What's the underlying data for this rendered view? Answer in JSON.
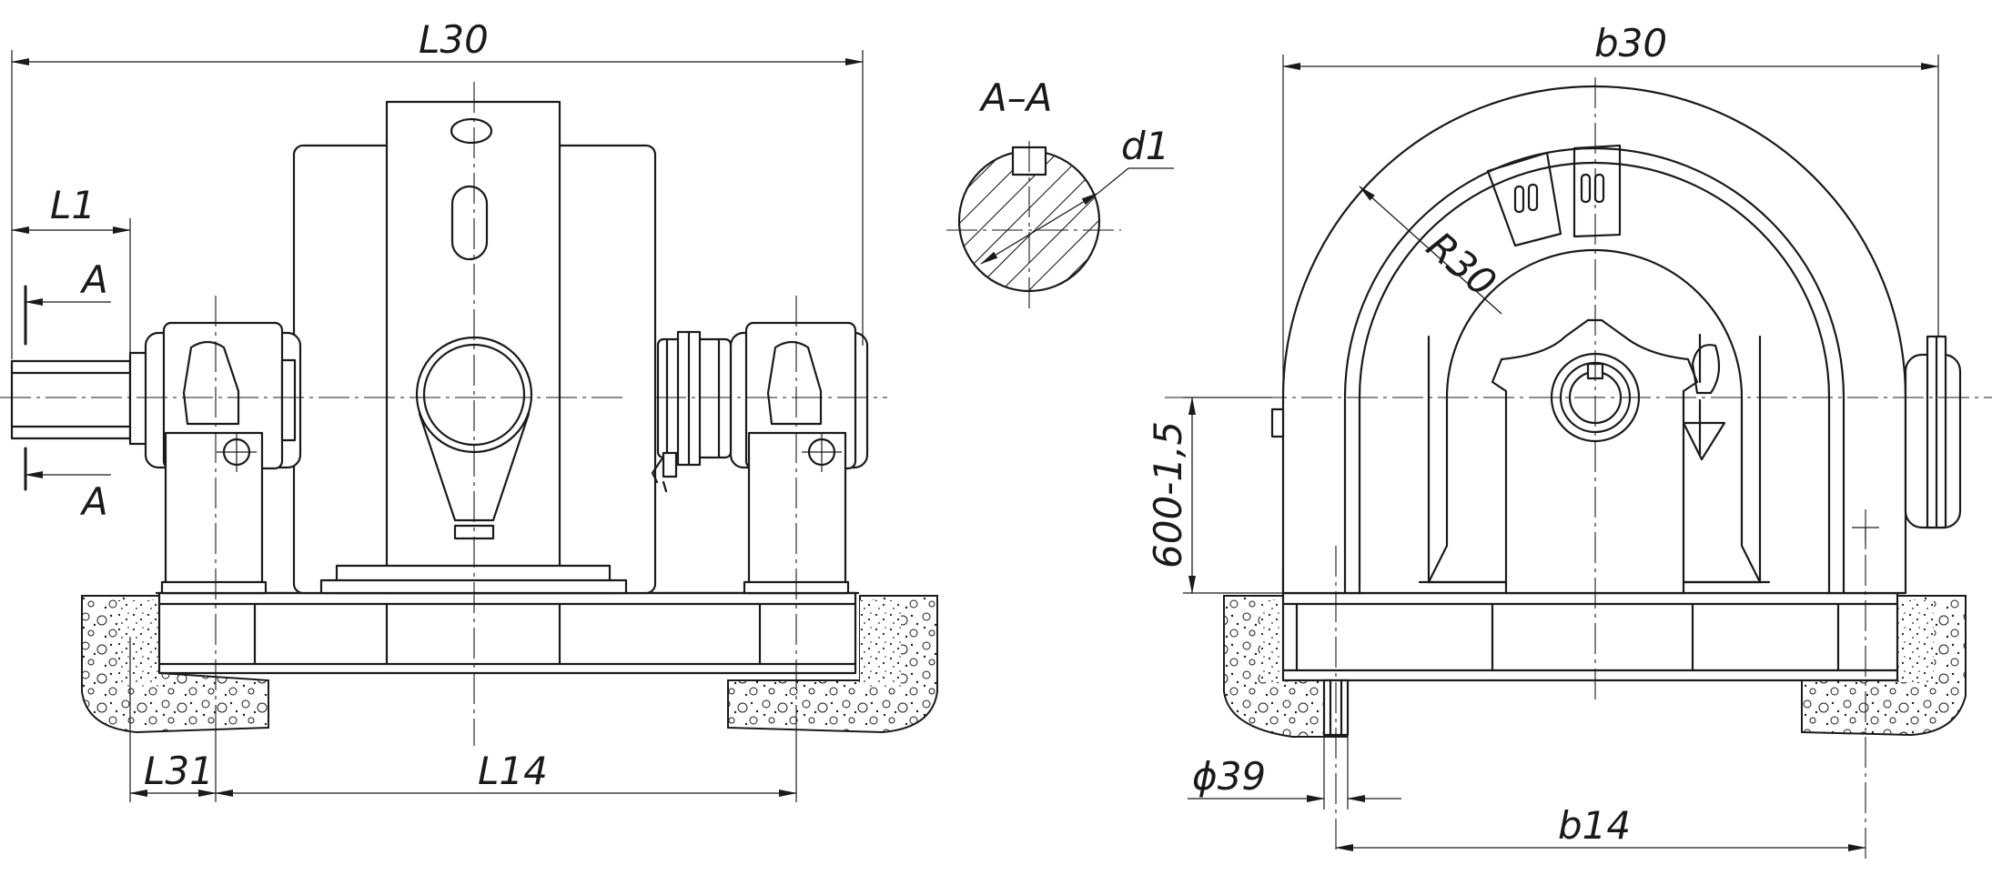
{
  "labels": {
    "L30": "L30",
    "L1": "L1",
    "A_top": "A",
    "A_bottom": "A",
    "section": "A–A",
    "d1": "d1",
    "b30": "b30",
    "R30": "R30",
    "height": "600-1,5",
    "L31": "L31",
    "L14": "L14",
    "phi39": "ϕ39",
    "b14": "b14"
  }
}
